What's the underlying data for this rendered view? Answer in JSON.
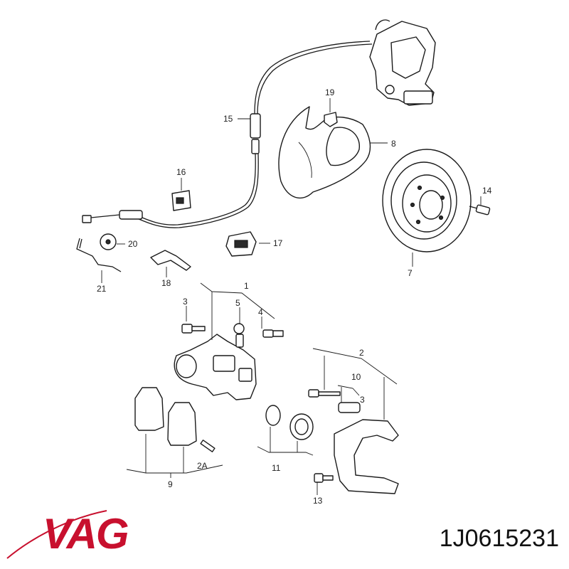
{
  "brand": {
    "name": "VAG",
    "color": "#c8102e"
  },
  "part_number": "1J0615231",
  "callouts": {
    "c1": "1",
    "c2": "2",
    "c2a": "2A",
    "c3a": "3",
    "c3b": "3",
    "c4": "4",
    "c5": "5",
    "c7": "7",
    "c8": "8",
    "c9": "9",
    "c10": "10",
    "c11": "11",
    "c13": "13",
    "c14": "14",
    "c15": "15",
    "c16": "16",
    "c17": "17",
    "c18": "18",
    "c19": "19",
    "c20": "20",
    "c21": "21"
  }
}
